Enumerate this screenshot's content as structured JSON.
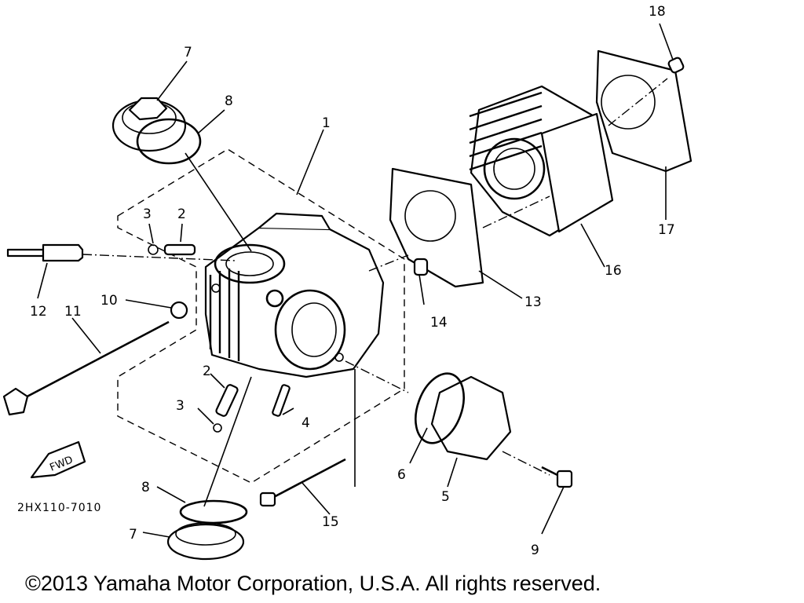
{
  "diagram": {
    "drawing_code": "2HX110-7010",
    "arrow_text": "FWD",
    "copyright": "©2013 Yamaha Motor Corporation, U.S.A. All rights reserved.",
    "callouts": {
      "c1": "1",
      "c2a": "2",
      "c2b": "2",
      "c3a": "3",
      "c3b": "3",
      "c4": "4",
      "c5": "5",
      "c6": "6",
      "c7a": "7",
      "c7b": "7",
      "c8a": "8",
      "c8b": "8",
      "c9": "9",
      "c10": "10",
      "c11": "11",
      "c12": "12",
      "c13": "13",
      "c14": "14",
      "c15": "15",
      "c16": "16",
      "c17": "17",
      "c18": "18"
    }
  }
}
